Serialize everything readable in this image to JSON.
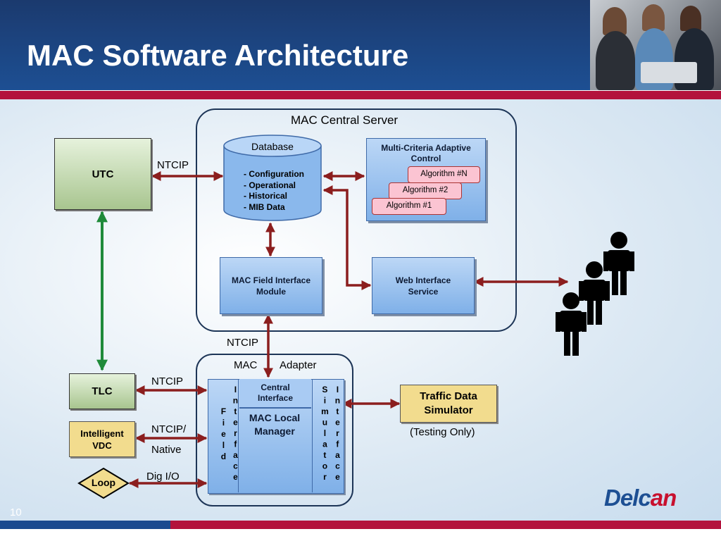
{
  "header": {
    "title": "MAC Software Architecture"
  },
  "central_server": {
    "title": "MAC Central Server",
    "database": {
      "title": "Database",
      "items": [
        "- Configuration",
        "- Operational",
        "- Historical",
        "- MIB Data"
      ]
    },
    "adaptive": {
      "title": "Multi-Criteria Adaptive Control",
      "algorithms": [
        "Algorithm  #N",
        "Algorithm #2",
        "Algorithm  #1"
      ]
    },
    "field_module": "MAC Field Interface Module",
    "web_service": "Web Interface Service"
  },
  "adapter": {
    "title_left": "MAC",
    "title_right": "Adapter",
    "central_interface": "Central Interface",
    "local_manager": "MAC Local Manager",
    "field_interface_col1": "Field",
    "field_interface_col2": "Interface",
    "simulator_col1": "Simulator",
    "simulator_col2": "Interface"
  },
  "external": {
    "utc": "UTC",
    "tlc": "TLC",
    "vdc": "Intelligent VDC",
    "loop": "Loop",
    "traffic_sim": "Traffic Data Simulator",
    "testing_only": "(Testing Only)"
  },
  "connections": {
    "utc_db": "NTCIP",
    "server_adapter": "NTCIP",
    "tlc_adapter": "NTCIP",
    "vdc_line1": "NTCIP/",
    "vdc_line2": "Native",
    "loop_adapter": "Dig I/O"
  },
  "footer": {
    "page_number": "10",
    "logo_left": "Delc",
    "logo_right": "an"
  },
  "colors": {
    "arrow": "#8b1e1e",
    "green_arrow": "#1f8a3a",
    "header": "#1d4f93",
    "stripe": "#b3123c"
  }
}
